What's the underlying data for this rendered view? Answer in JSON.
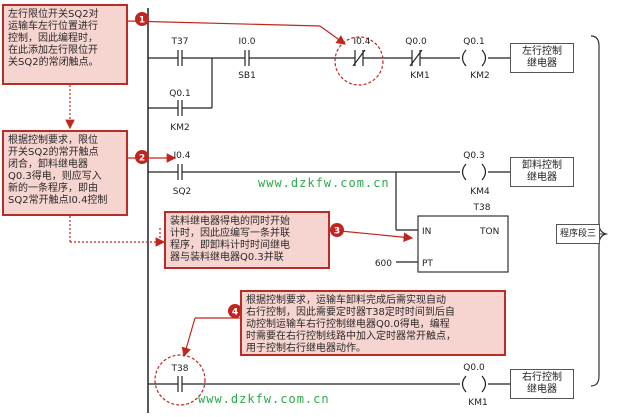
{
  "notes": {
    "n1": "左行限位开关SQ2对\n运输车左行位置进行\n控制，因此编程时，\n在此添加左行限位开\n关SQ2的常闭触点。",
    "n2": "根据控制要求，限位\n开关SQ2的常开触点\n闭合，卸料继电器\nQ0.3得电，则应写入\n新的一条程序，即由\nSQ2常开触点I0.4控制",
    "n3": "装料继电器得电的同时开始\n计时，因此应编写一条并联\n程序，即卸料计时时间继电\n器与装料继电器Q0.3并联",
    "n4": "根据控制要求，运输车卸料完成后需实现自动\n右行控制，因此需要定时器T38定时时间到后自\n动控制运输车右行控制继电器Q0.0得电，编程\n时需要在右行控制线路中加入定时器常开触点，\n用于控制右行继电器动作。"
  },
  "badges": [
    "1",
    "2",
    "3",
    "4"
  ],
  "rung1": {
    "t37": "T37",
    "i00_addr": "I0.0",
    "sb1": "SB1",
    "i04_addr": "I0.4",
    "q00_addr": "Q0.0",
    "km1": "KM1",
    "q01_addr": "Q0.1",
    "km2": "KM2",
    "branch_addr": "Q0.1",
    "branch_label": "KM2"
  },
  "rung2": {
    "i04_addr": "I0.4",
    "sq2": "SQ2",
    "q03_addr": "Q0.3",
    "km4": "KM4"
  },
  "timer": {
    "name": "T38",
    "in": "IN",
    "ton": "TON",
    "pt": "PT",
    "preset": "600"
  },
  "rung3": {
    "t38": "T38",
    "q00_addr": "Q0.0",
    "km1": "KM1"
  },
  "labels": {
    "left_relay": "左行控制\n继电器",
    "unload_relay": "卸料控制\n继电器",
    "section": "程序段三",
    "right_relay": "右行控制\n继电器"
  },
  "watermark": "www.dzkfw.com.cn",
  "colors": {
    "note_fill": "#f6d4cf",
    "note_border": "#b82d25",
    "badge": "#c0261f",
    "arrow": "#c0261f",
    "watermark": "#2fa84a"
  }
}
